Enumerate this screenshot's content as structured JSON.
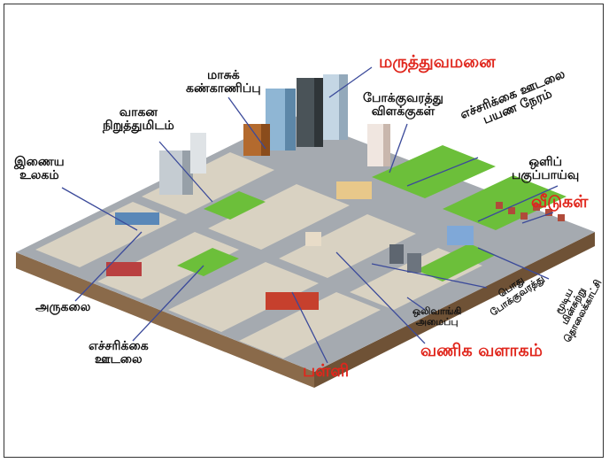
{
  "colors": {
    "highlight": "#e0261c",
    "text": "#111111",
    "road": "#9ea3a8",
    "grass": "#6cbf3a",
    "line": "#3b4a9a"
  },
  "labels": {
    "hospital": "மருத்துவமனை",
    "pollution_1": "மாசுக்",
    "pollution_2": "கண்காணிப்பு",
    "parking_1": "வாகன",
    "parking_2": "நிறுத்துமிடம்",
    "iot_1": "இணைய",
    "iot_2": "உலகம்",
    "traffic_lights_1": "போக்குவரத்து",
    "traffic_lights_2": "விளக்குகள்",
    "travel_time_1": "எச்சரிக்கை ஊடலை",
    "travel_time_2": "பயண நேரம்",
    "video_analytics_1": "ஒளிப்",
    "video_analytics_2": "பகுப்பாய்வு",
    "homes": "வீடுகள்",
    "wifi": "அருகலை",
    "alert_1": "எச்சரிக்கை",
    "alert_2": "ஊடலை",
    "school": "பள்ளி",
    "mall": "வணிக வளாகம்",
    "pa_1": "ஒலிவாங்கி",
    "pa_2": "அமைப்பு",
    "transit_1": "பொது",
    "transit_2": "போக்குவரத்து",
    "cctv_1": "மூடிய",
    "cctv_2": "மின்சுற்று",
    "cctv_3": "தொலைக்காட்சி"
  }
}
